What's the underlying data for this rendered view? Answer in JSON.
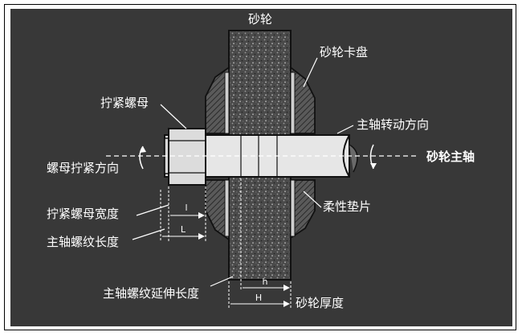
{
  "labels": {
    "grinding_wheel": "砂轮",
    "wheel_flange": "砂轮卡盘",
    "tighten_nut": "拧紧螺母",
    "spindle_rotation_direction": "主轴转动方向",
    "nut_tighten_direction": "螺母拧紧方向",
    "wheel_spindle": "砂轮主轴",
    "nut_width": "拧紧螺母宽度",
    "soft_gasket": "柔性垫片",
    "spindle_thread_length": "主轴螺纹长度",
    "spindle_thread_extension_length": "主轴螺纹延伸长度",
    "wheel_thickness": "砂轮厚度"
  },
  "dimensions": {
    "nut_width_symbol": "l",
    "thread_length_symbol": "L",
    "extension_symbol": "h",
    "thickness_symbol": "H"
  }
}
